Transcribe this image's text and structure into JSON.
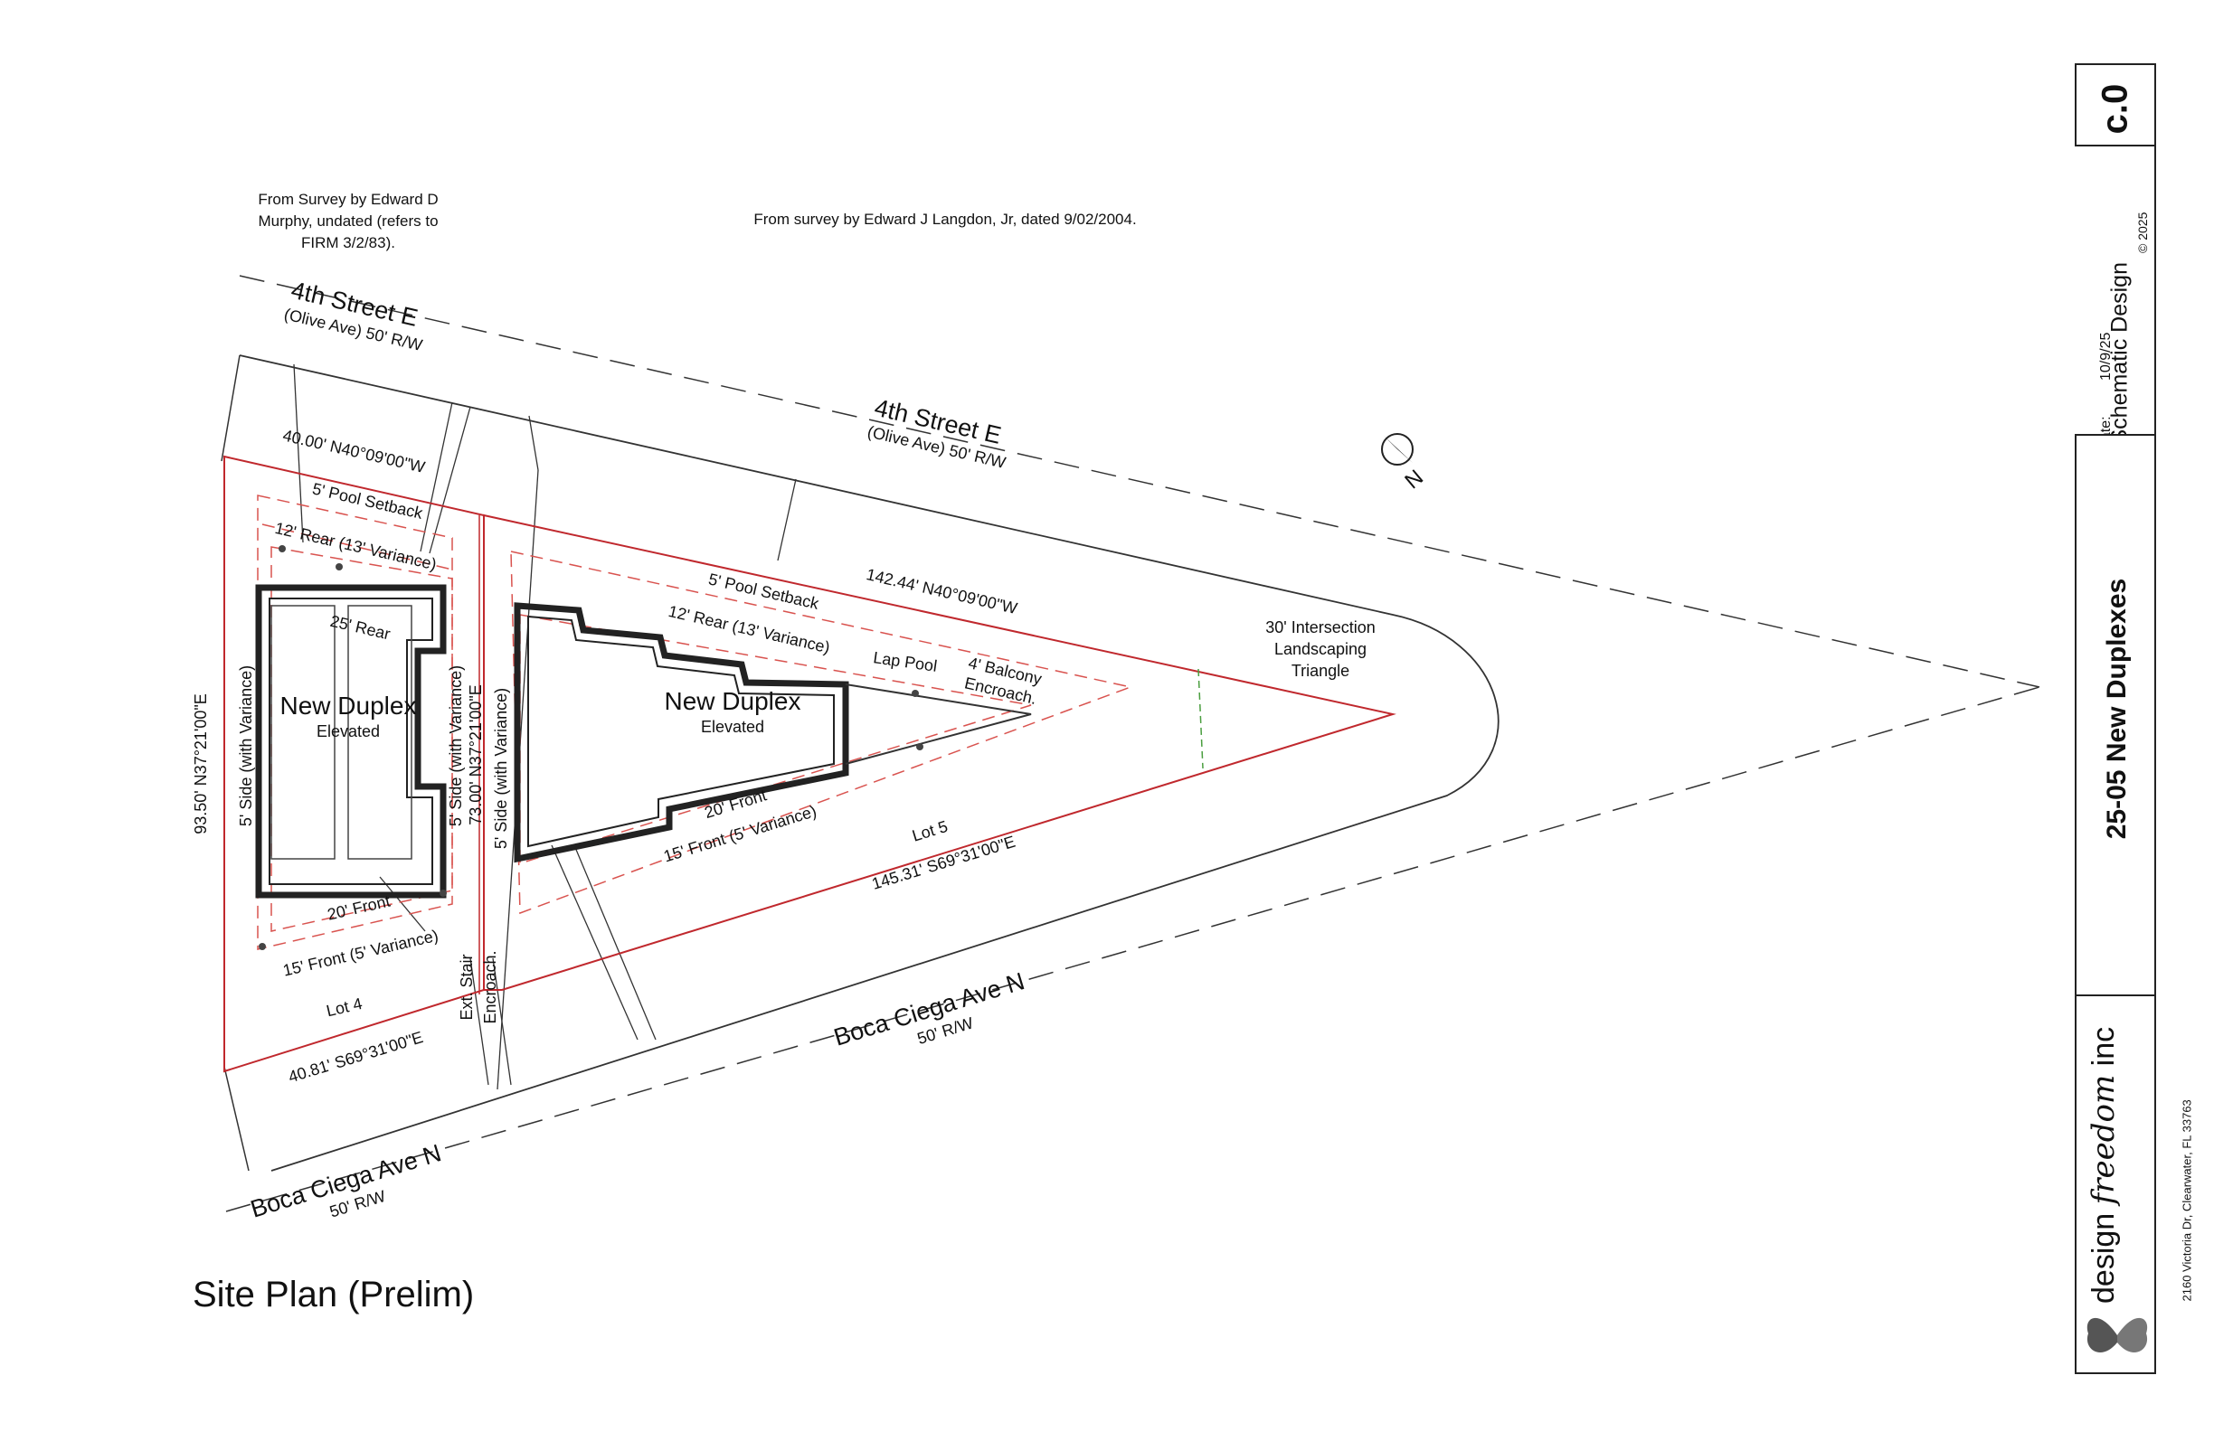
{
  "notes": {
    "survey_left": [
      "From Survey by Edward D",
      "Murphy, undated (refers to",
      "FIRM  3/2/83)."
    ],
    "survey_right": "From survey by Edward J Langdon, Jr, dated 9/02/2004."
  },
  "streets": {
    "north_upper": {
      "name": "4th Street E",
      "sub": "(Olive Ave) 50' R/W"
    },
    "north_mid": {
      "name": "4th Street E",
      "sub": "(Olive Ave) 50' R/W"
    },
    "south_mid": {
      "name": "Boca Ciega Ave N",
      "sub": "50' R/W"
    },
    "south_lower": {
      "name": "Boca Ciega Ave N",
      "sub": "50' R/W"
    }
  },
  "dimensions": {
    "lot4_north": "40.00' N40°09'00\"W",
    "lot4_west": "93.50' N37°21'00\"E",
    "lot4_south": "40.81' S69°31'00\"E",
    "lot5_north": "142.44' N40°09'00\"W",
    "lot5_south": "145.31' S69°31'00\"E",
    "shared_side": "73.00' N37°21'00\"E"
  },
  "setbacks": {
    "lot4_pool": "5' Pool Setback",
    "lot4_rear12": "12' Rear (13' Variance)",
    "lot4_rear25": "25' Rear",
    "lot4_side_left": "5' Side (with Variance)",
    "lot4_side_right": "5' Side (with Variance)",
    "lot4_front20": "20' Front",
    "lot4_front15": "15' Front (5' Variance)",
    "lot5_pool": "5' Pool Setback",
    "lot5_rear12": "12' Rear (13' Variance)",
    "lot5_side": "5' Side (with Variance)",
    "lot5_front20": "20' Front",
    "lot5_front15": "15' Front (5' Variance)"
  },
  "buildings": {
    "duplex_a": {
      "name": "New Duplex",
      "sub": "Elevated"
    },
    "duplex_b": {
      "name": "New Duplex",
      "sub": "Elevated"
    }
  },
  "labels": {
    "lap_pool": "Lap Pool",
    "balcony": [
      "4' Balcony",
      "Encroach."
    ],
    "ext_stair": [
      "Ext. Stair",
      "Encroach."
    ],
    "lot4": "Lot 4",
    "lot5": "Lot 5",
    "triangle": [
      "30' Intersection",
      "Landscaping",
      "Triangle"
    ],
    "north_arrow": "N",
    "plan_title": "Site Plan (Prelim)"
  },
  "title_block": {
    "sheet": "c.0",
    "phase": "Schematic Design",
    "date_label": "date:",
    "date_value": "10/9/25",
    "copyright": "© 2025",
    "project": "25-05 New Duplexes",
    "firm_design": "design",
    "firm_freedom": "freedom",
    "firm_inc": "inc",
    "address": "2160 Victoria Dr, Clearwater, FL 33763"
  },
  "colors": {
    "property_line": "#c0282d",
    "setback_dash": "#d9534f",
    "wall": "#222222",
    "linework": "#333333",
    "triangle_line": "#4a9e3f"
  }
}
